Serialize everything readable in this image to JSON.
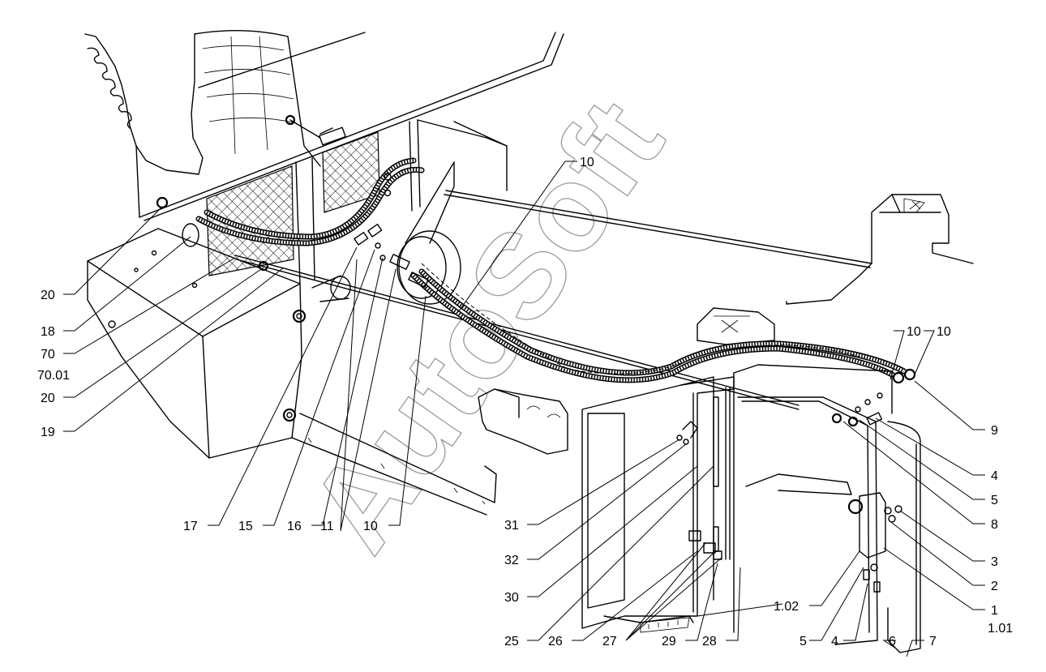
{
  "watermark": "AutoSoft",
  "callouts": [
    {
      "id": "c-20a",
      "text": "20"
    },
    {
      "id": "c-18",
      "text": "18"
    },
    {
      "id": "c-70",
      "text": "70"
    },
    {
      "id": "c-7001",
      "text": "70.01"
    },
    {
      "id": "c-20b",
      "text": "20"
    },
    {
      "id": "c-19",
      "text": "19"
    },
    {
      "id": "c-17",
      "text": "17"
    },
    {
      "id": "c-15",
      "text": "15"
    },
    {
      "id": "c-16",
      "text": "16"
    },
    {
      "id": "c-11",
      "text": "11"
    },
    {
      "id": "c-10a",
      "text": "10"
    },
    {
      "id": "c-10top",
      "text": "10"
    },
    {
      "id": "c-10r1",
      "text": "10"
    },
    {
      "id": "c-10r2",
      "text": "10"
    },
    {
      "id": "c-9",
      "text": "9"
    },
    {
      "id": "c-4a",
      "text": "4"
    },
    {
      "id": "c-5a",
      "text": "5"
    },
    {
      "id": "c-8",
      "text": "8"
    },
    {
      "id": "c-3",
      "text": "3"
    },
    {
      "id": "c-2",
      "text": "2"
    },
    {
      "id": "c-1",
      "text": "1"
    },
    {
      "id": "c-101",
      "text": "1.01"
    },
    {
      "id": "c-7",
      "text": "7"
    },
    {
      "id": "c-6",
      "text": "6"
    },
    {
      "id": "c-4b",
      "text": "4"
    },
    {
      "id": "c-5b",
      "text": "5"
    },
    {
      "id": "c-102",
      "text": "1.02"
    },
    {
      "id": "c-31",
      "text": "31"
    },
    {
      "id": "c-32",
      "text": "32"
    },
    {
      "id": "c-30",
      "text": "30"
    },
    {
      "id": "c-25",
      "text": "25"
    },
    {
      "id": "c-26",
      "text": "26"
    },
    {
      "id": "c-27",
      "text": "27"
    },
    {
      "id": "c-29",
      "text": "29"
    },
    {
      "id": "c-28",
      "text": "28"
    }
  ]
}
